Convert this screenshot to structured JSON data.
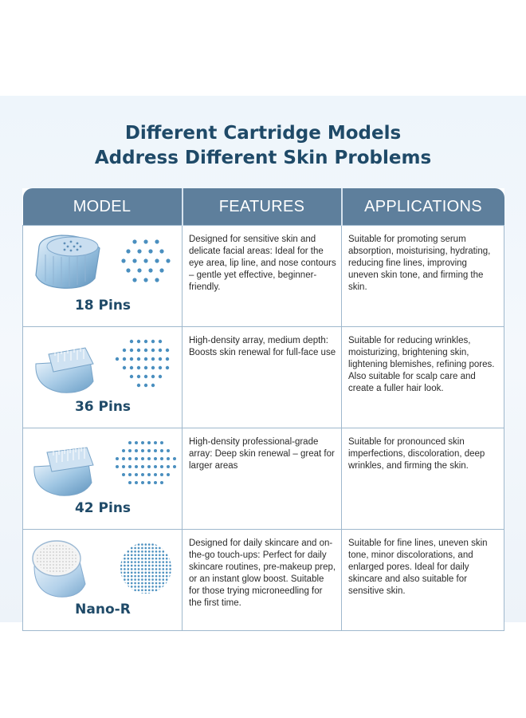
{
  "title": {
    "line1": "Different Cartridge Models",
    "line2": "Address Different Skin Problems"
  },
  "columns": [
    "MODEL",
    "FEATURES",
    "APPLICATIONS"
  ],
  "rows": [
    {
      "model": "18 Pins",
      "features": "Designed for sensitive skin and delicate facial areas: Ideal for the eye area, lip line, and nose contours – gentle yet effective, beginner-friendly.",
      "applications": "Suitable for promoting serum absorption, moisturising, hydrating, reducing fine lines, improving uneven skin tone, and firming the skin."
    },
    {
      "model": "36 Pins",
      "features": "High-density array, medium depth: Boosts skin renewal for full-face use",
      "applications": "Suitable for reducing wrinkles, moisturizing, brightening skin, lightening blemishes, refining pores. Also suitable for scalp care and create a fuller hair look."
    },
    {
      "model": "42 Pins",
      "features": "High-density professional-grade array: Deep skin renewal – great for larger areas",
      "applications": "Suitable for pronounced skin imperfections, discoloration, deep wrinkles, and firming the skin."
    },
    {
      "model": "Nano-R",
      "features": "Designed for daily skincare and on-the-go touch-ups: Perfect for daily skincare routines, pre-makeup prep, or an instant glow boost. Suitable for those trying microneedling for the first time.",
      "applications": "Suitable for fine lines, uneven skin tone, minor discolorations, and enlarged pores. Ideal for daily skincare and also suitable for sensitive skin."
    }
  ],
  "colors": {
    "title": "#1f4a68",
    "header_bg": "#5e7f9c",
    "dot": "#4a8fbf",
    "border": "#9fb8cd"
  },
  "icons": [
    "cartridge-18-pins-icon",
    "cartridge-36-pins-icon",
    "cartridge-42-pins-icon",
    "cartridge-nano-r-icon",
    "pin-pattern-icon"
  ]
}
